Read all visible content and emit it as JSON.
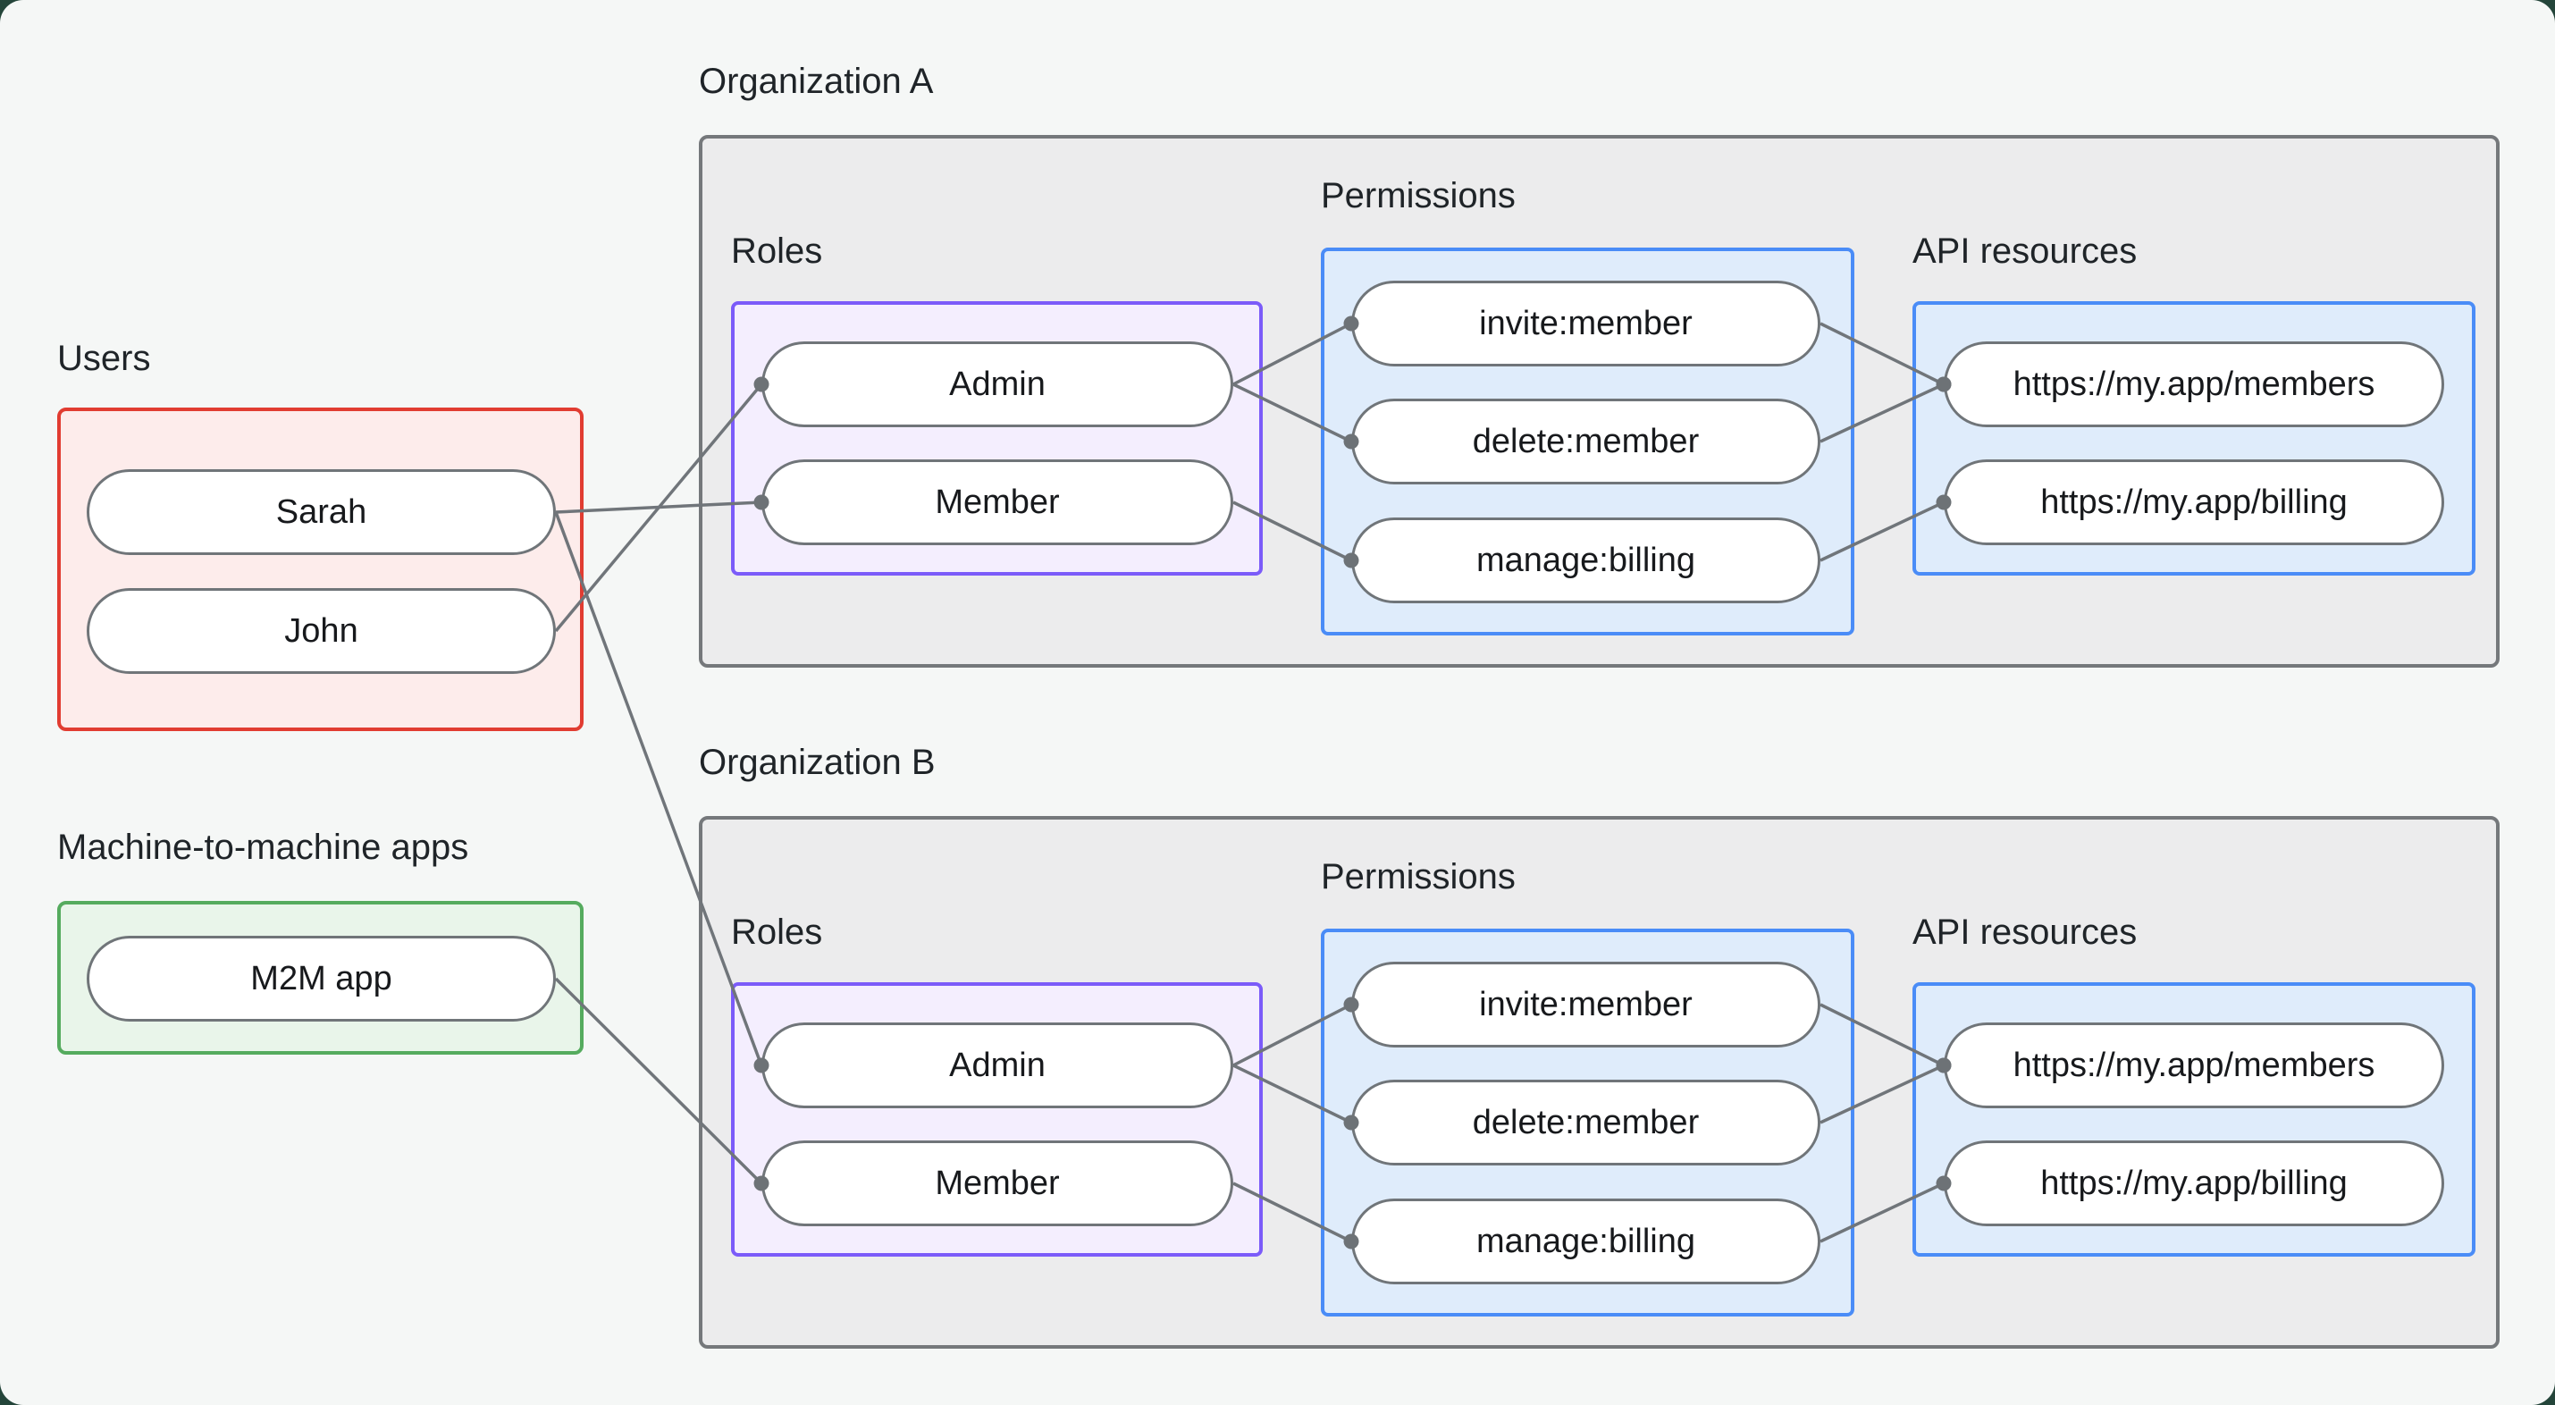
{
  "canvas": {
    "background_color": "#f5f7f6",
    "frame_corner_color": "#24453a",
    "line_color": "#70757a",
    "dot_color": "#6d7276",
    "node_fill": "#ffffff",
    "node_border": "#707579"
  },
  "groups": {
    "users": {
      "label": "Users",
      "border_color": "#e13c31",
      "fill_color": "#fdeceb",
      "items": [
        {
          "id": "user.sarah",
          "label": "Sarah"
        },
        {
          "id": "user.john",
          "label": "John"
        }
      ]
    },
    "m2m": {
      "label": "Machine-to-machine apps",
      "border_color": "#55ab5e",
      "fill_color": "#e9f5ea",
      "items": [
        {
          "id": "m2m.app",
          "label": "M2M app"
        }
      ]
    }
  },
  "organizations": [
    {
      "label": "Organization A",
      "roles": {
        "label": "Roles",
        "border_color": "#7b5bf9",
        "fill_color": "#f4eefe",
        "items": [
          {
            "id": "orgA.role.admin",
            "label": "Admin"
          },
          {
            "id": "orgA.role.member",
            "label": "Member"
          }
        ]
      },
      "permissions": {
        "label": "Permissions",
        "border_color": "#4a8cf7",
        "fill_color": "#dfecfb",
        "items": [
          {
            "id": "orgA.perm.invite",
            "label": "invite:member"
          },
          {
            "id": "orgA.perm.delete",
            "label": "delete:member"
          },
          {
            "id": "orgA.perm.manage",
            "label": "manage:billing"
          }
        ]
      },
      "api_resources": {
        "label": "API resources",
        "border_color": "#4a8cf7",
        "fill_color": "#dfecfb",
        "items": [
          {
            "id": "orgA.api.members",
            "label": "https://my.app/members"
          },
          {
            "id": "orgA.api.billing",
            "label": "https://my.app/billing"
          }
        ]
      }
    },
    {
      "label": "Organization B",
      "roles": {
        "label": "Roles",
        "border_color": "#7b5bf9",
        "fill_color": "#f4eefe",
        "items": [
          {
            "id": "orgB.role.admin",
            "label": "Admin"
          },
          {
            "id": "orgB.role.member",
            "label": "Member"
          }
        ]
      },
      "permissions": {
        "label": "Permissions",
        "border_color": "#4a8cf7",
        "fill_color": "#dfecfb",
        "items": [
          {
            "id": "orgB.perm.invite",
            "label": "invite:member"
          },
          {
            "id": "orgB.perm.delete",
            "label": "delete:member"
          },
          {
            "id": "orgB.perm.manage",
            "label": "manage:billing"
          }
        ]
      },
      "api_resources": {
        "label": "API resources",
        "border_color": "#4a8cf7",
        "fill_color": "#dfecfb",
        "items": [
          {
            "id": "orgB.api.members",
            "label": "https://my.app/members"
          },
          {
            "id": "orgB.api.billing",
            "label": "https://my.app/billing"
          }
        ]
      }
    }
  ],
  "edges": [
    {
      "from": "user.sarah",
      "to": "orgA.role.member"
    },
    {
      "from": "user.john",
      "to": "orgA.role.admin"
    },
    {
      "from": "user.sarah",
      "to": "orgB.role.admin"
    },
    {
      "from": "m2m.app",
      "to": "orgB.role.member"
    },
    {
      "from": "orgA.role.admin",
      "to": "orgA.perm.invite"
    },
    {
      "from": "orgA.role.admin",
      "to": "orgA.perm.delete"
    },
    {
      "from": "orgA.role.member",
      "to": "orgA.perm.manage"
    },
    {
      "from": "orgA.perm.invite",
      "to": "orgA.api.members"
    },
    {
      "from": "orgA.perm.delete",
      "to": "orgA.api.members"
    },
    {
      "from": "orgA.perm.manage",
      "to": "orgA.api.billing"
    },
    {
      "from": "orgB.role.admin",
      "to": "orgB.perm.invite"
    },
    {
      "from": "orgB.role.admin",
      "to": "orgB.perm.delete"
    },
    {
      "from": "orgB.role.member",
      "to": "orgB.perm.manage"
    },
    {
      "from": "orgB.perm.invite",
      "to": "orgB.api.members"
    },
    {
      "from": "orgB.perm.delete",
      "to": "orgB.api.members"
    },
    {
      "from": "orgB.perm.manage",
      "to": "orgB.api.billing"
    }
  ]
}
